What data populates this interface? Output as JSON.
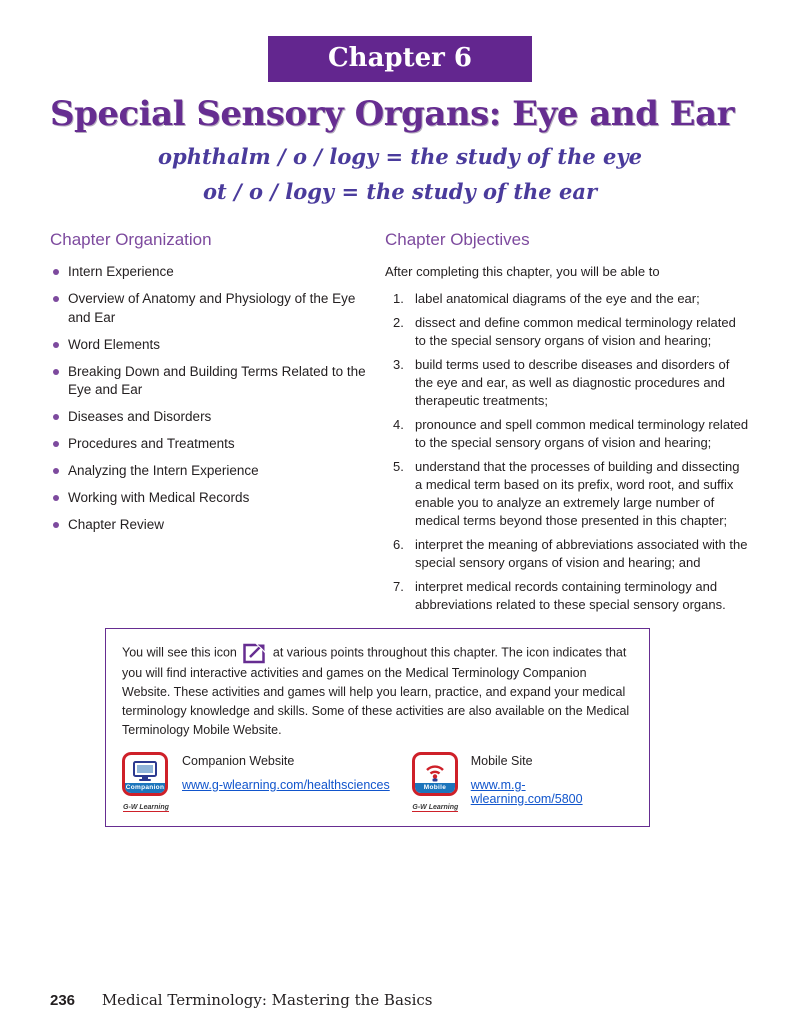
{
  "header": {
    "chapter_label": "Chapter 6",
    "title": "Special Sensory Organs: Eye and Ear",
    "etymology": [
      "ophthalm  /  o  /  logy = the study of the eye",
      "ot  /  o  /  logy = the study of the ear"
    ]
  },
  "organization": {
    "heading": "Chapter Organization",
    "items": [
      "Intern Experience",
      "Overview of Anatomy and Physiology of the Eye and Ear",
      "Word Elements",
      "Breaking Down and Building Terms Related to the Eye and Ear",
      "Diseases and Disorders",
      "Procedures and Treatments",
      "Analyzing the Intern Experience",
      "Working with Medical Records",
      "Chapter Review"
    ]
  },
  "objectives": {
    "heading": "Chapter Objectives",
    "intro": "After completing this chapter, you will be able to",
    "items": [
      "label anatomical diagrams of the eye and the ear;",
      "dissect and define common medical terminology related to the special sensory organs of vision and hearing;",
      "build terms used to describe diseases and disorders of the eye and ear, as well as diagnostic procedures and therapeutic treatments;",
      "pronounce and spell common medical terminology related to the special sensory organs of vision and hearing;",
      "understand that the processes of building and dissecting a medical term based on its prefix, word root, and suffix enable you to analyze an extremely large number of medical terms beyond those presented in this chapter;",
      "interpret the meaning of abbreviations associated with the special sensory organs of vision and hearing; and",
      "interpret medical records containing terminology and abbreviations related to these special sensory organs."
    ]
  },
  "infobox": {
    "text_before": "You will see this icon",
    "text_after": "at various points throughout this chapter. The icon indicates that you will find interactive activities and games on the Medical Terminology Companion Website. These activities and games will help you learn, practice, and expand your medical terminology knowledge and skills. Some of these activities are also available on the Medical Terminology Mobile Website.",
    "companion": {
      "label": "Companion Website",
      "url": "www.g-wlearning.com/healthsciences",
      "icon_label": "Companion",
      "brand": "G-W Learning"
    },
    "mobile": {
      "label": "Mobile Site",
      "url": "www.m.g-wlearning.com/5800",
      "icon_label": "Mobile",
      "brand": "G-W Learning"
    }
  },
  "footer": {
    "page_number": "236",
    "book_title": "Medical Terminology: Mastering the Basics"
  },
  "colors": {
    "badge_purple": "#63268f",
    "title_purple": "#662d91",
    "heading_purple": "#7d4a9e",
    "etymology_purple": "#4a3b9c",
    "link_blue": "#1155cc",
    "icon_red": "#ce2029",
    "band_blue": "#1b75bc"
  }
}
